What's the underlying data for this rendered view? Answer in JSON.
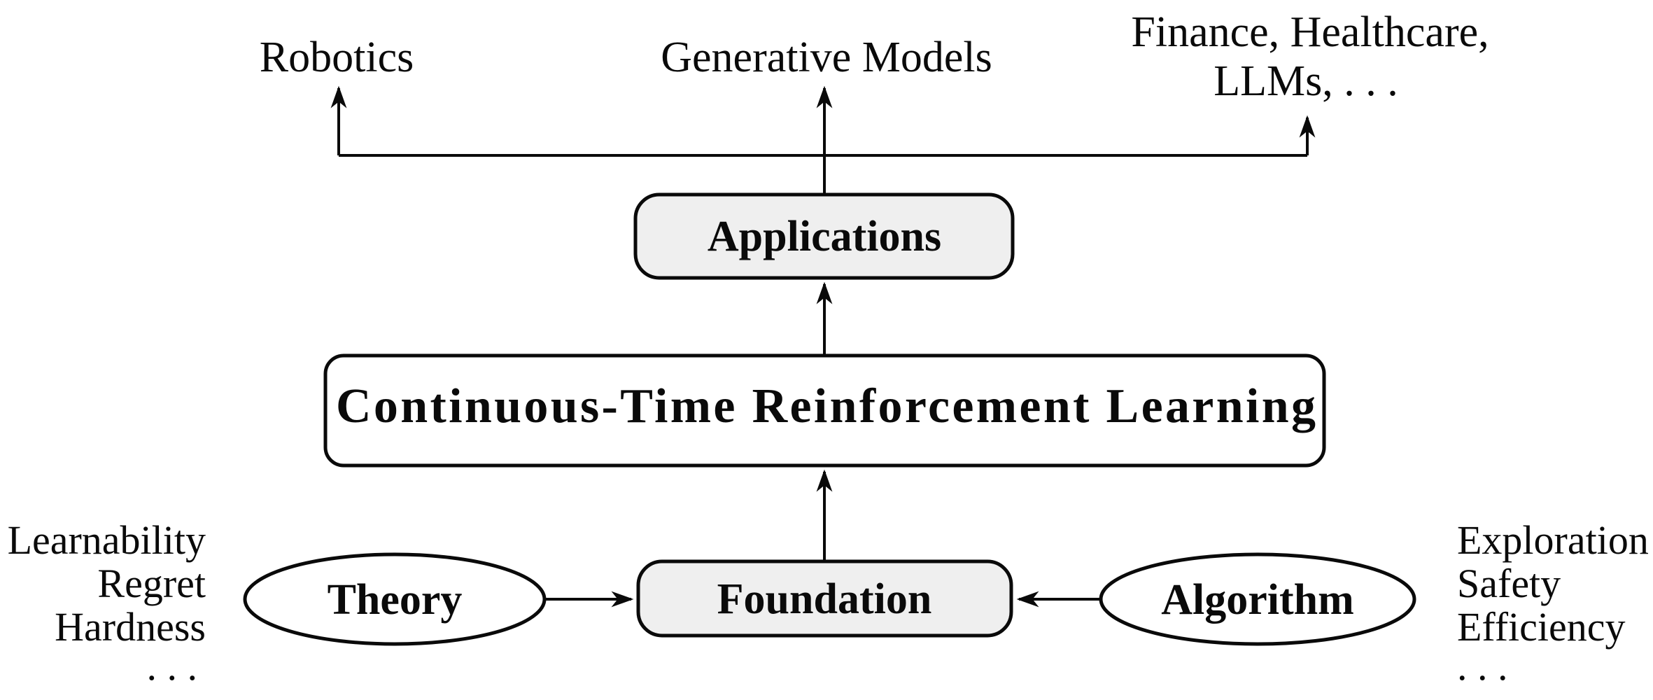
{
  "diagram": {
    "colors": {
      "background": "#ffffff",
      "line": "#0a0a0a",
      "node_fill_gray": "#efefef",
      "node_fill_white": "#ffffff"
    },
    "top_row": {
      "robotics": "Robotics",
      "generative_models": "Generative Models",
      "finance_line1": "Finance, Healthcare,",
      "finance_line2": "LLMs, . . ."
    },
    "nodes": {
      "applications": "Applications",
      "continuous_time_rl": "Continuous-Time Reinforcement Learning",
      "foundation": "Foundation",
      "theory": "Theory",
      "algorithm": "Algorithm"
    },
    "theory_topics": {
      "items": [
        "Learnability",
        "Regret",
        "Hardness",
        ". . ."
      ]
    },
    "algorithm_topics": {
      "items": [
        "Exploration",
        "Safety",
        "Efficiency",
        ". . ."
      ]
    }
  }
}
